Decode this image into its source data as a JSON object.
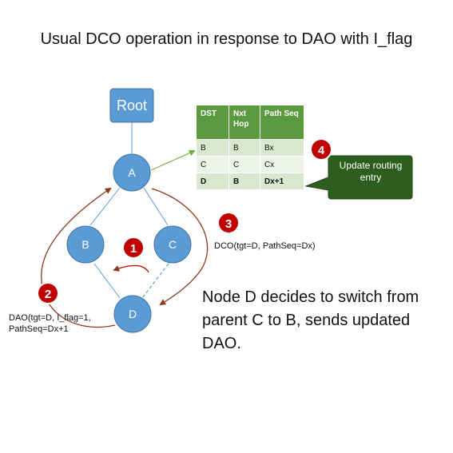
{
  "title": "Usual DCO operation in response to DAO with I_flag",
  "nodes": {
    "root": "Root",
    "a": "A",
    "b": "B",
    "c": "C",
    "d": "D"
  },
  "table": {
    "headers": [
      "DST",
      "Nxt Hop",
      "Path Seq"
    ],
    "rows": [
      [
        "B",
        "B",
        "Bx"
      ],
      [
        "C",
        "C",
        "Cx"
      ],
      [
        "D",
        "B",
        "Dx+1"
      ]
    ]
  },
  "steps": [
    "1",
    "2",
    "3",
    "4"
  ],
  "callout": "Update routing entry",
  "dco_message": "DCO(tgt=D, PathSeq=Dx)",
  "dao_message": "DAO(tgt=D, I_flag=1,\nPathSeq=Dx+1",
  "description": "Node D decides to switch from parent C to B, sends updated DAO.",
  "colors": {
    "node_fill": "#5b9bd5",
    "node_stroke": "#41719c",
    "link": "#5b9bd5",
    "arrow_brown": "#8b3a1a",
    "arrow_green": "#70ad47",
    "step_badge": "#c00000",
    "table_header": "#5b9a3e",
    "callout_fill": "#2e5e1e"
  }
}
